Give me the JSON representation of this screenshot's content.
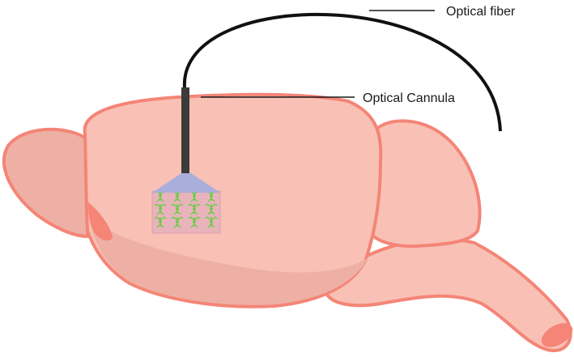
{
  "labels": {
    "optical_fiber": "Optical fiber",
    "optical_cannula": "Optical Cannula"
  },
  "colors": {
    "brain_fill": "#f9c1b5",
    "brain_shadow": "#eeb0a4",
    "brain_outline": "#f48577",
    "cannula": "#3b3b3b",
    "light_cone": "#a9aedb",
    "neuron": "#5fcf3a",
    "fiber": "#111111"
  },
  "neuron_grid": {
    "rows": 3,
    "cols": 4
  }
}
